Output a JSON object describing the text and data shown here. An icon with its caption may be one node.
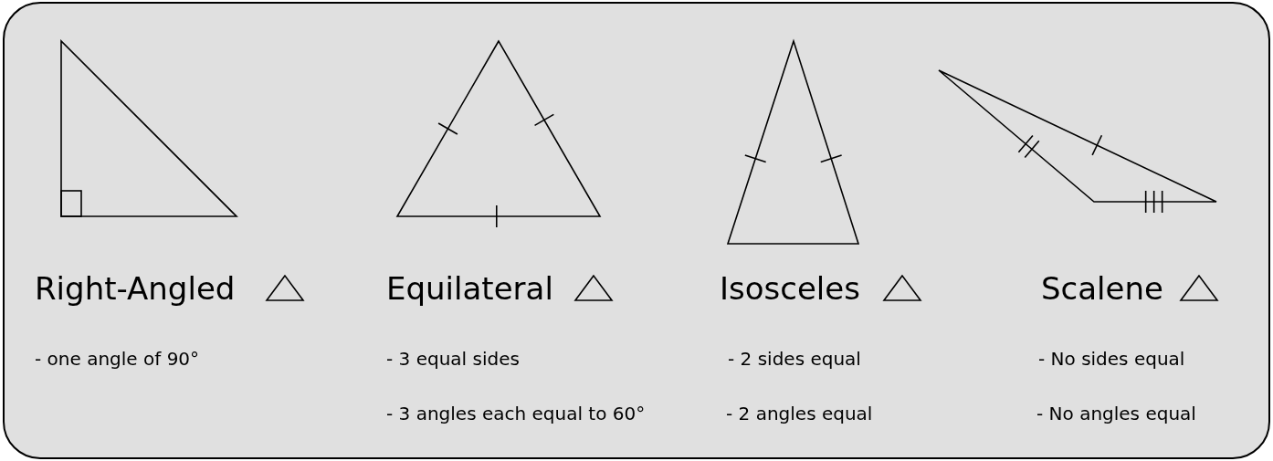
{
  "diagram": {
    "labels": [
      "Right-Angled",
      "Equilateral",
      "Isosceles",
      "Scalene",
      "- one angle of 90°",
      "- 3 equal sides",
      "- 2 sides equal",
      "- No sides equal",
      "- 3 angles each equal to 60°",
      "- 2 angles equal",
      "- No angles equal"
    ]
  }
}
